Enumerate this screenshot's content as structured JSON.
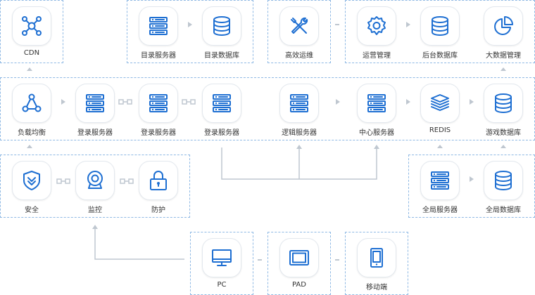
{
  "nodes": {
    "cdn": "CDN",
    "catalog_server": "目录服务器",
    "catalog_db": "目录数据库",
    "ops": "高效运维",
    "operations": "运营管理",
    "backend_db": "后台数据库",
    "bigdata": "大数据管理",
    "load_balance": "负载均衡",
    "login1": "登录服务器",
    "login2": "登录服务器",
    "login3": "登录服务器",
    "logic_server": "逻辑服务器",
    "center_server": "中心服务器",
    "redis": "REDIS",
    "game_db": "游戏数据库",
    "security": "安全",
    "monitor": "监控",
    "protection": "防护",
    "global_server": "全局服务器",
    "global_db": "全局数据库",
    "pc": "PC",
    "pad": "PAD",
    "mobile": "移动端"
  },
  "colors": {
    "accent": "#1e6fd2",
    "border": "#8fb9e4",
    "connector": "#bfc7d0"
  }
}
